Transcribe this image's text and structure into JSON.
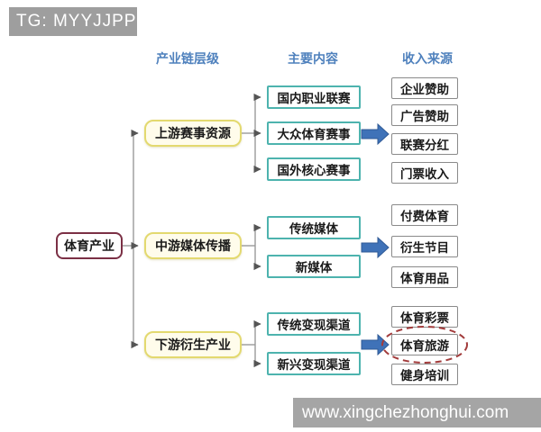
{
  "watermark": {
    "tg_badge": "TG: MYYJJPP",
    "website": "www.xingchezhonghui.com"
  },
  "headers": {
    "col1": "产业链层级",
    "col2": "主要内容",
    "col3": "收入来源"
  },
  "root": {
    "label": "体育产业"
  },
  "levels": [
    {
      "label": "上游赛事资源",
      "contents": [
        "国内职业联赛",
        "大众体育赛事",
        "国外核心赛事"
      ],
      "revenues": [
        "企业赞助",
        "广告赞助",
        "联赛分红",
        "门票收入"
      ]
    },
    {
      "label": "中游媒体传播",
      "contents": [
        "传统媒体",
        "新媒体"
      ],
      "revenues": [
        "付费体育",
        "衍生节目",
        "体育用品"
      ]
    },
    {
      "label": "下游衍生产业",
      "contents": [
        "传统变现渠道",
        "新兴变现渠道"
      ],
      "revenues": [
        "体育彩票",
        "体育旅游",
        "健身培训"
      ],
      "highlighted_revenue": "体育旅游"
    }
  ],
  "colors": {
    "header_blue": "#4f81bd",
    "root_border": "#7b3045",
    "level_border": "#e3d96f",
    "level_bg": "#fffceb",
    "content_border": "#4db3ae",
    "revenue_border": "#8a8a8a",
    "block_arrow_blue": "#3f72b8",
    "connector_gray": "#999999",
    "highlight_dashed_red": "#a23b3b",
    "watermark_gray": "#a5a5a5"
  }
}
